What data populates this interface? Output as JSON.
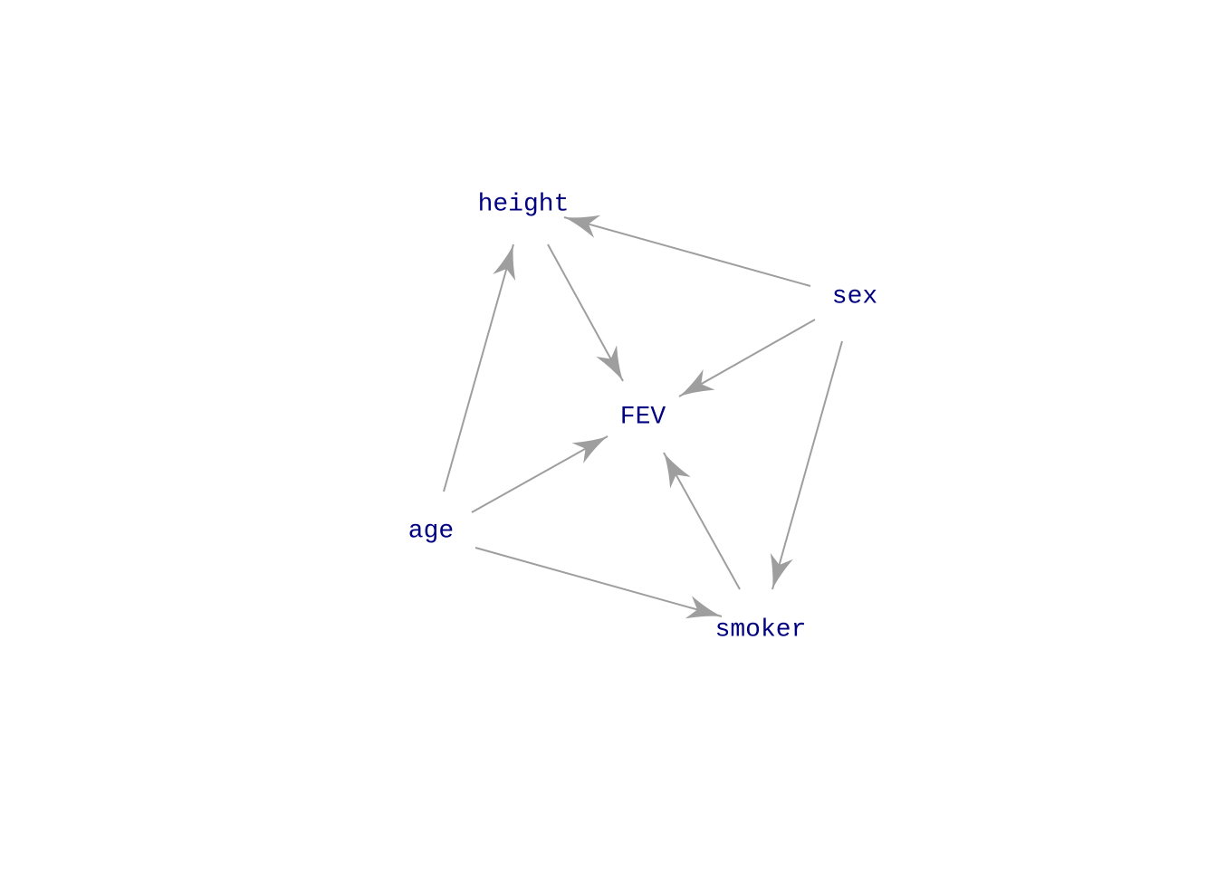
{
  "diagram": {
    "type": "directed-acyclic-graph",
    "colors": {
      "background": "#ffffff",
      "node_text": "#000080",
      "edge": "#9e9e9e"
    },
    "nodes": [
      {
        "id": "height",
        "label": "height"
      },
      {
        "id": "sex",
        "label": "sex"
      },
      {
        "id": "FEV",
        "label": "FEV"
      },
      {
        "id": "age",
        "label": "age"
      },
      {
        "id": "smoker",
        "label": "smoker"
      }
    ],
    "edges": [
      {
        "from": "sex",
        "to": "height"
      },
      {
        "from": "age",
        "to": "height"
      },
      {
        "from": "height",
        "to": "FEV"
      },
      {
        "from": "sex",
        "to": "FEV"
      },
      {
        "from": "age",
        "to": "FEV"
      },
      {
        "from": "smoker",
        "to": "FEV"
      },
      {
        "from": "sex",
        "to": "smoker"
      },
      {
        "from": "age",
        "to": "smoker"
      }
    ]
  }
}
